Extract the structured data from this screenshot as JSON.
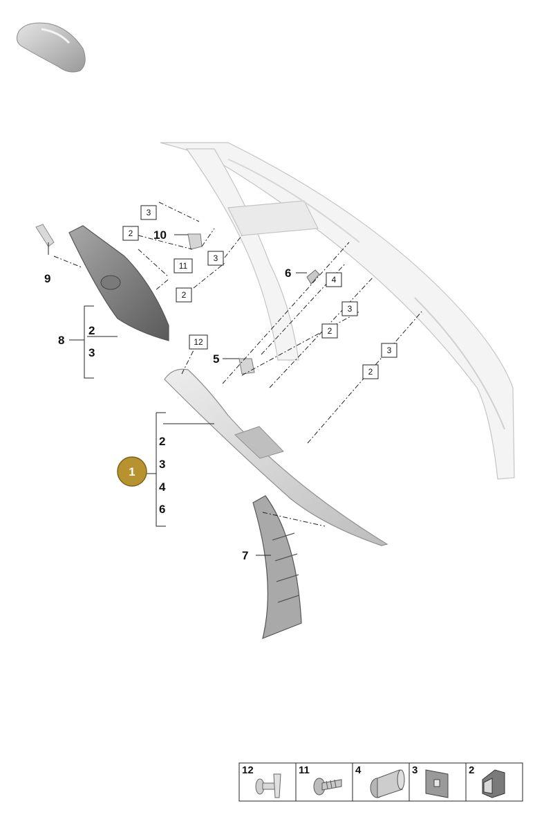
{
  "diagram": {
    "main_badge": "1",
    "callouts": {
      "c2a": "2",
      "c3a": "3",
      "c4a": "4",
      "c6a": "6",
      "c2b": "2",
      "c3b": "3",
      "c5": "5",
      "c6": "6",
      "c7": "7",
      "c8": "8",
      "c9": "9",
      "c10": "10"
    },
    "boxed_labels": {
      "b3_top": "3",
      "b2_top": "2",
      "b11": "11",
      "b3_mid": "3",
      "b2_mid": "2",
      "b4": "4",
      "b3_r1": "3",
      "b2_r1": "2",
      "b12": "12",
      "b3_r2": "3",
      "b2_r2": "2"
    },
    "legend": [
      {
        "num": "12",
        "icon": "push-clip-icon"
      },
      {
        "num": "11",
        "icon": "screw-icon"
      },
      {
        "num": "4",
        "icon": "grommet-icon"
      },
      {
        "num": "3",
        "icon": "square-pad-icon"
      },
      {
        "num": "2",
        "icon": "spring-clip-icon"
      }
    ]
  }
}
